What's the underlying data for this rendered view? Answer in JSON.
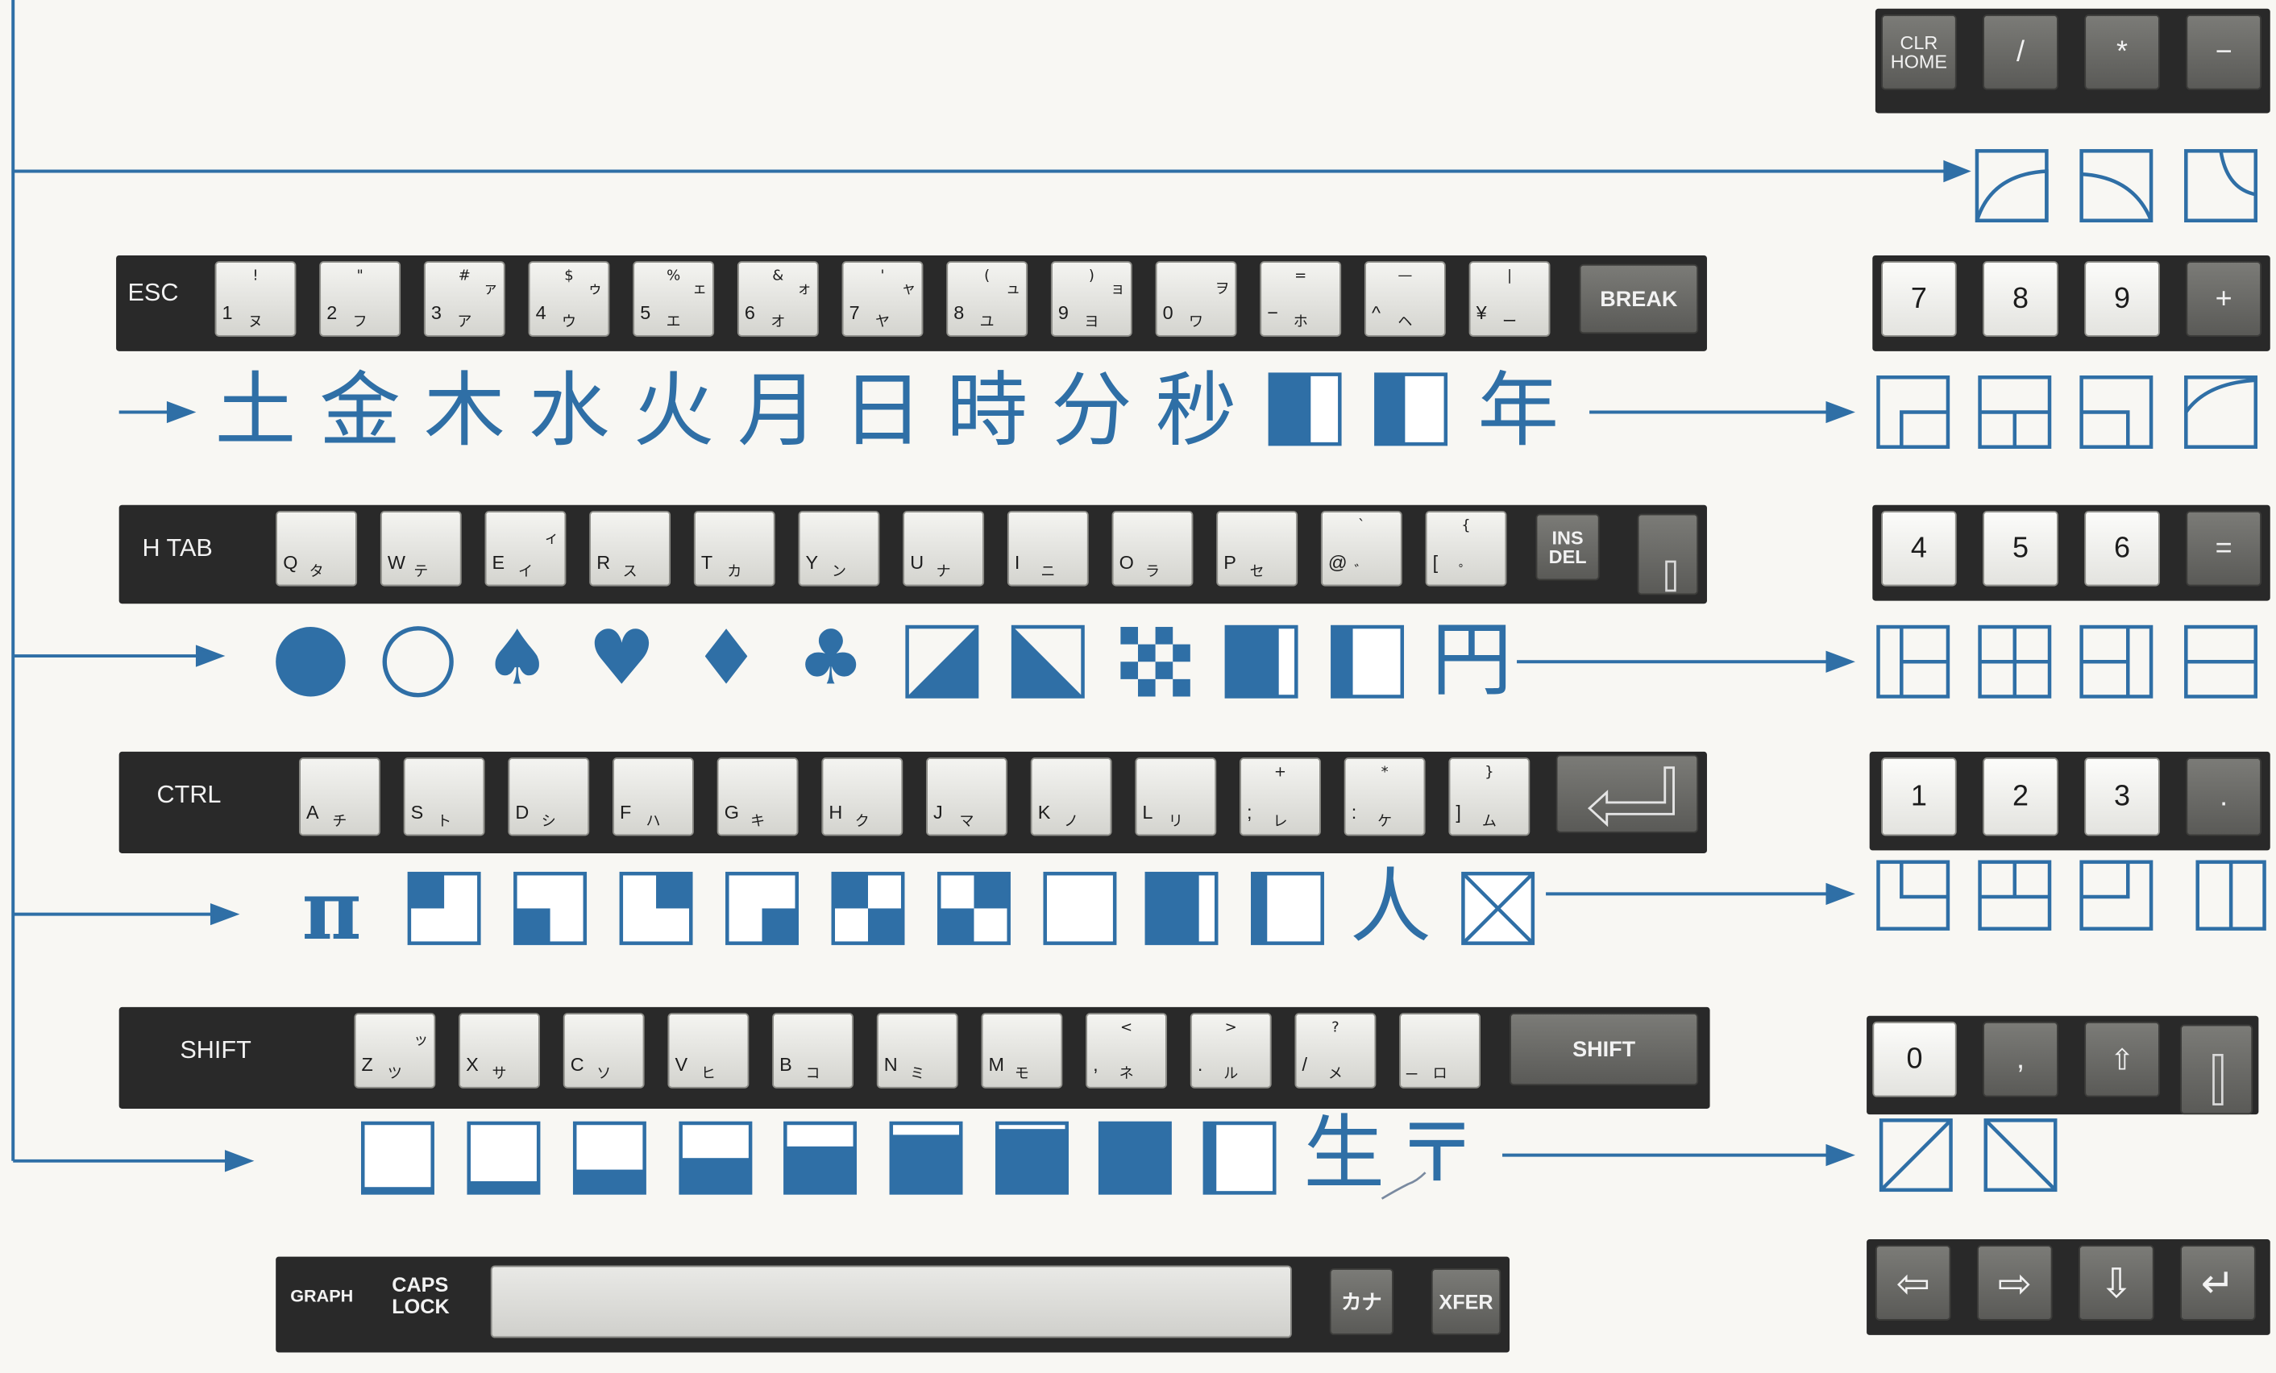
{
  "colors": {
    "accent_blue": "#2f6fa6",
    "key_strip": "#292929",
    "key_light": "#e8e8e4",
    "key_dark": "#666663"
  },
  "keyboard": {
    "row1": {
      "modifier_left": "ESC",
      "keys": [
        {
          "top": "!",
          "main": "1",
          "kana": "ヌ"
        },
        {
          "top": "\"",
          "main": "2",
          "kana": "フ"
        },
        {
          "top": "#",
          "main": "3",
          "side": "ァ",
          "kana": "ア"
        },
        {
          "top": "$",
          "main": "4",
          "side": "ゥ",
          "kana": "ウ"
        },
        {
          "top": "%",
          "main": "5",
          "side": "ェ",
          "kana": "エ"
        },
        {
          "top": "&",
          "main": "6",
          "side": "ォ",
          "kana": "オ"
        },
        {
          "top": "'",
          "main": "7",
          "side": "ャ",
          "kana": "ヤ"
        },
        {
          "top": "(",
          "main": "8",
          "side": "ュ",
          "kana": "ユ"
        },
        {
          "top": ")",
          "main": "9",
          "side": "ョ",
          "kana": "ヨ"
        },
        {
          "top": "",
          "main": "0",
          "side": "ヲ",
          "kana": "ワ"
        },
        {
          "top": "=",
          "main": "−",
          "kana": "ホ"
        },
        {
          "top": "—",
          "main": "^",
          "kana": "ヘ"
        },
        {
          "top": "|",
          "main": "¥",
          "kana": "ー"
        }
      ],
      "modifier_right": "BREAK"
    },
    "row2": {
      "modifier_left": "H TAB",
      "keys": [
        {
          "main": "Q",
          "kana": "タ"
        },
        {
          "main": "W",
          "kana": "テ"
        },
        {
          "main": "E",
          "side": "ィ",
          "kana": "イ"
        },
        {
          "main": "R",
          "kana": "ス"
        },
        {
          "main": "T",
          "kana": "カ"
        },
        {
          "main": "Y",
          "kana": "ン"
        },
        {
          "main": "U",
          "kana": "ナ"
        },
        {
          "main": "I",
          "kana": "ニ"
        },
        {
          "main": "O",
          "kana": "ラ"
        },
        {
          "main": "P",
          "kana": "セ"
        },
        {
          "main": "@",
          "top": "`",
          "kana": "゛"
        },
        {
          "main": "[",
          "top": "{",
          "kana": "゜"
        }
      ],
      "modifier_right": "INS\nDEL"
    },
    "row3": {
      "modifier_left": "CTRL",
      "keys": [
        {
          "main": "A",
          "kana": "チ"
        },
        {
          "main": "S",
          "kana": "ト"
        },
        {
          "main": "D",
          "kana": "シ"
        },
        {
          "main": "F",
          "kana": "ハ"
        },
        {
          "main": "G",
          "kana": "キ"
        },
        {
          "main": "H",
          "kana": "ク"
        },
        {
          "main": "J",
          "kana": "マ"
        },
        {
          "main": "K",
          "kana": "ノ"
        },
        {
          "main": "L",
          "kana": "リ"
        },
        {
          "main": ";",
          "top": "+",
          "kana": "レ"
        },
        {
          "main": ":",
          "top": "*",
          "kana": "ケ"
        },
        {
          "main": "]",
          "top": "}",
          "kana": "ム"
        }
      ],
      "return_icon": "return-arrow-icon"
    },
    "row4": {
      "modifier_left": "SHIFT",
      "keys": [
        {
          "main": "Z",
          "side": "ッ",
          "kana": "ツ"
        },
        {
          "main": "X",
          "kana": "サ"
        },
        {
          "main": "C",
          "kana": "ソ"
        },
        {
          "main": "V",
          "kana": "ヒ"
        },
        {
          "main": "B",
          "kana": "コ"
        },
        {
          "main": "N",
          "kana": "ミ"
        },
        {
          "main": "M",
          "kana": "モ"
        },
        {
          "main": ",",
          "top": "<",
          "kana": "ネ"
        },
        {
          "main": ".",
          "top": ">",
          "kana": "ル"
        },
        {
          "main": "/",
          "top": "?",
          "kana": "メ"
        },
        {
          "main": "_",
          "kana": "ロ"
        }
      ],
      "modifier_right": "SHIFT"
    },
    "row5": {
      "graph": "GRAPH",
      "caps_lock": "CAPS\nLOCK",
      "kana": "カナ",
      "xfer": "XFER"
    }
  },
  "graph_rows": {
    "row1_kanji": [
      "土",
      "金",
      "木",
      "水",
      "火",
      "月",
      "日",
      "時",
      "分",
      "秒"
    ],
    "row1_tail": "年",
    "row2_suits": [
      "spade-symbol",
      "heart-symbol",
      "diamond-symbol",
      "club-symbol"
    ],
    "row2_tail": "円",
    "row3_head": "π",
    "row3_tail": "人",
    "row4_tail1": "生",
    "row4_tail2": "〒"
  },
  "numpad": {
    "row0": [
      "CLR\nHOME",
      "/",
      "*",
      "−"
    ],
    "row1": [
      "7",
      "8",
      "9",
      "+"
    ],
    "row2": [
      "4",
      "5",
      "6",
      "="
    ],
    "row3": [
      "1",
      "2",
      "3",
      "."
    ],
    "row4": [
      "0",
      ",",
      "⇧"
    ],
    "row5_icons": [
      "left-arrow-icon",
      "right-arrow-icon",
      "down-arrow-icon",
      "return-arrow-icon"
    ]
  }
}
